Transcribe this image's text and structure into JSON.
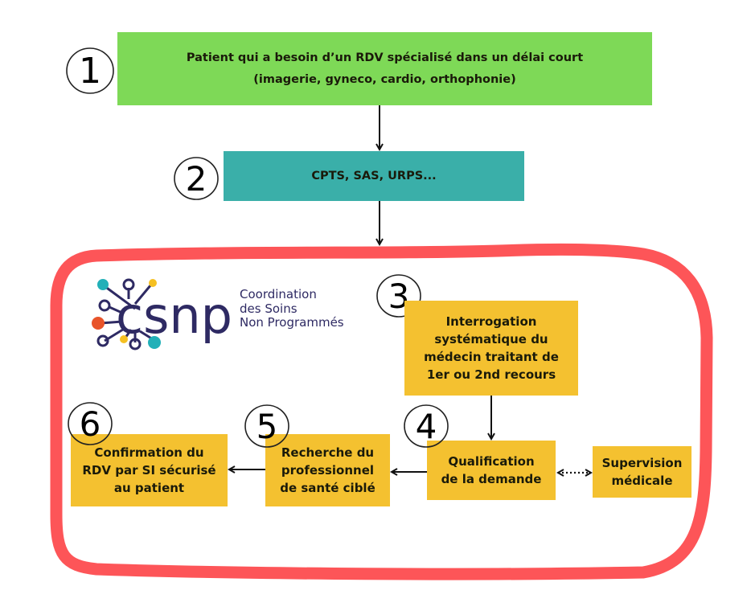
{
  "colors": {
    "step1_fill": "#7ed957",
    "step2_fill": "#3aafa9",
    "step_fill": "#f4c130",
    "frame_stroke": "#fd5558",
    "logo_navy": "#2e2a63",
    "logo_teal": "#22b0b8",
    "logo_orange": "#e8542a",
    "logo_yellow": "#f5c022"
  },
  "steps": {
    "s1": {
      "number": "1",
      "lines": [
        "Patient qui a besoin d’un RDV spécialisé dans un délai court",
        "(imagerie, gyneco, cardio, orthophonie)"
      ]
    },
    "s2": {
      "number": "2",
      "lines": [
        "CPTS, SAS, URPS..."
      ]
    },
    "s3": {
      "number": "3",
      "lines": [
        "Interrogation",
        "systématique du",
        "médecin traitant de",
        "1er ou 2nd recours"
      ]
    },
    "s4": {
      "number": "4",
      "lines": [
        "Qualification",
        "de la demande"
      ]
    },
    "s5": {
      "number": "5",
      "lines": [
        "Recherche du",
        "professionnel",
        "de santé ciblé"
      ]
    },
    "s6": {
      "number": "6",
      "lines": [
        "Confirmation du",
        "RDV par SI sécurisé",
        "au patient"
      ]
    },
    "supervision": {
      "lines": [
        "Supervision",
        "médicale"
      ]
    }
  },
  "logo": {
    "wordmark": "csnp",
    "tagline_lines": [
      "Coordination",
      "des Soins",
      "Non Programmés"
    ]
  },
  "connectors": [
    {
      "from": "s1",
      "to": "s2",
      "style": "solid",
      "direction": "forward"
    },
    {
      "from": "s2",
      "to": "csnp-frame",
      "style": "solid",
      "direction": "forward"
    },
    {
      "from": "s3",
      "to": "s4",
      "style": "solid",
      "direction": "forward"
    },
    {
      "from": "s4",
      "to": "s5",
      "style": "solid",
      "direction": "forward"
    },
    {
      "from": "s5",
      "to": "s6",
      "style": "solid",
      "direction": "forward"
    },
    {
      "from": "s4",
      "to": "supervision",
      "style": "dotted",
      "direction": "both"
    }
  ]
}
